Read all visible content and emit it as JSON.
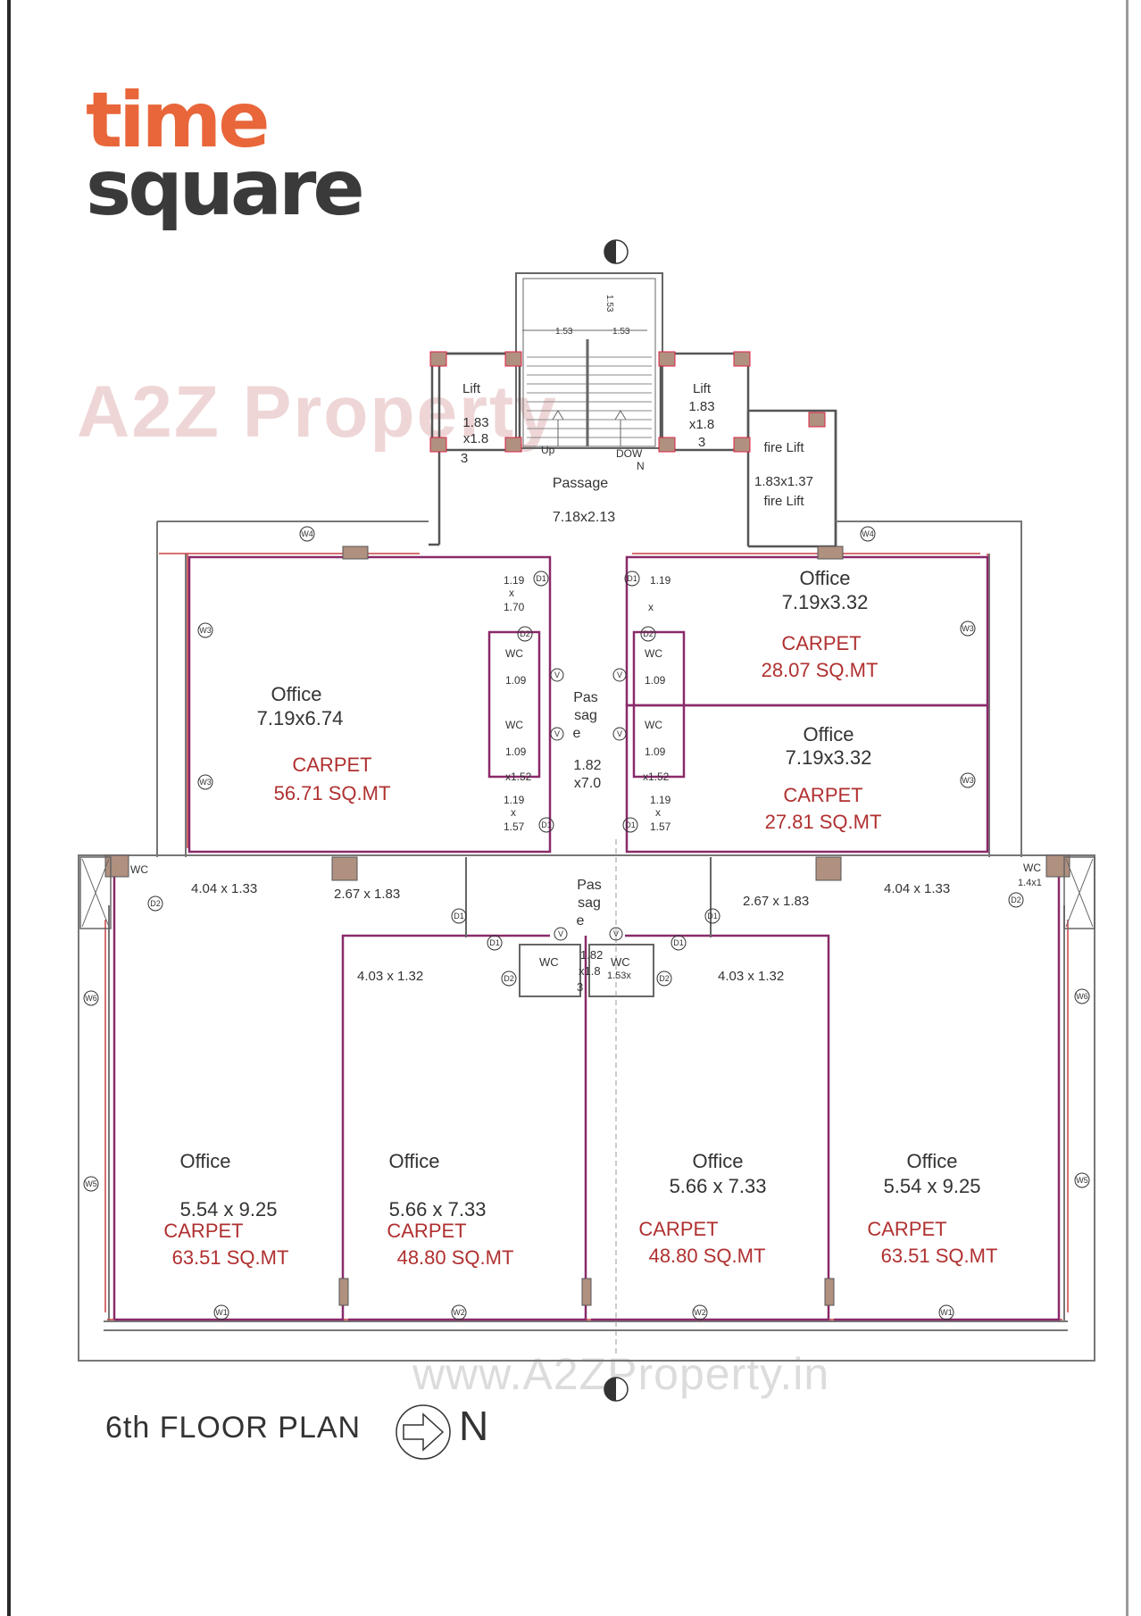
{
  "brand": {
    "line1": "time",
    "line2": "square"
  },
  "watermarks": {
    "top": "A2Z Property",
    "bottom": "www.A2ZProperty.in"
  },
  "plan_title": "6th FLOOR PLAN",
  "north_label": "N",
  "colors": {
    "wall": "#7a7a7a",
    "partition": "#8a2a6a",
    "carpet_text": "#b03030",
    "column": "#b07a6a",
    "logo_orange": "#e8663a"
  },
  "core": {
    "lift_left": [
      "Lift",
      "1.83",
      "x1.8",
      "3"
    ],
    "lift_right": [
      "Lift",
      "1.83",
      "x1.8",
      "3"
    ],
    "fire_lift_top": "fire Lift",
    "fire_lift_dim": "1.83x1.37",
    "fire_lift_bottom": "fire Lift",
    "stair_up": "Up",
    "stair_down": "DOW",
    "stair_down2": "N",
    "stair_dim_a": "1.53",
    "stair_dim_b": "1.53",
    "stair_dim_c": "1.53",
    "passage": "Passage",
    "passage_dim": "7.18x2.13"
  },
  "passage_mid": [
    "Pas",
    "sag",
    "e",
    "1.82",
    "x7.0"
  ],
  "passage_low": [
    "Pas",
    "sag",
    "e"
  ],
  "wc_center": {
    "left": "WC",
    "left_dim1": "1.82",
    "left_dim2": "x1.8",
    "left_dim3": "3",
    "right": "WC",
    "right_dim": "1.53x"
  },
  "offices": [
    {
      "id": "nw",
      "name": "Office",
      "dim": "7.19x6.74",
      "carpet": "CARPET",
      "area": "56.71 SQ.MT"
    },
    {
      "id": "ne1",
      "name": "Office",
      "dim": "7.19x3.32",
      "carpet": "CARPET",
      "area": "28.07 SQ.MT"
    },
    {
      "id": "ne2",
      "name": "Office",
      "dim": "7.19x3.32",
      "carpet": "CARPET",
      "area": "27.81 SQ.MT"
    },
    {
      "id": "s1",
      "name": "Office",
      "dim": "5.54 x 9.25",
      "carpet": "CARPET",
      "area": "63.51 SQ.MT"
    },
    {
      "id": "s2",
      "name": "Office",
      "dim": "5.66 x 7.33",
      "carpet": "CARPET",
      "area": "48.80 SQ.MT"
    },
    {
      "id": "s3",
      "name": "Office",
      "dim": "5.66 x 7.33",
      "carpet": "CARPET",
      "area": "48.80 SQ.MT"
    },
    {
      "id": "s4",
      "name": "Office",
      "dim": "5.54 x 9.25",
      "carpet": "CARPET",
      "area": "63.51 SQ.MT"
    }
  ],
  "small_labels": {
    "wc": "WC",
    "wc_dim": "1.09",
    "dim_119": "1.19",
    "dim_x": "x",
    "dim_170": "1.70",
    "dim_157": "1.57",
    "dim_152": "x1.52",
    "corr_a": "4.04 x 1.33",
    "corr_b": "2.67 x 1.83",
    "corr_c": "2.67 x 1.83",
    "corr_d": "4.04 x 1.33",
    "corr_e": "4.03 x 1.32",
    "corr_f": "4.03 x 1.32",
    "wc_e_dim": "1.4x1",
    "tags": {
      "d1": "D1",
      "d2": "D2",
      "v": "V",
      "w1": "W1",
      "w2": "W2",
      "w3": "W3",
      "w4": "W4",
      "w5": "W5",
      "w6": "W6"
    }
  }
}
